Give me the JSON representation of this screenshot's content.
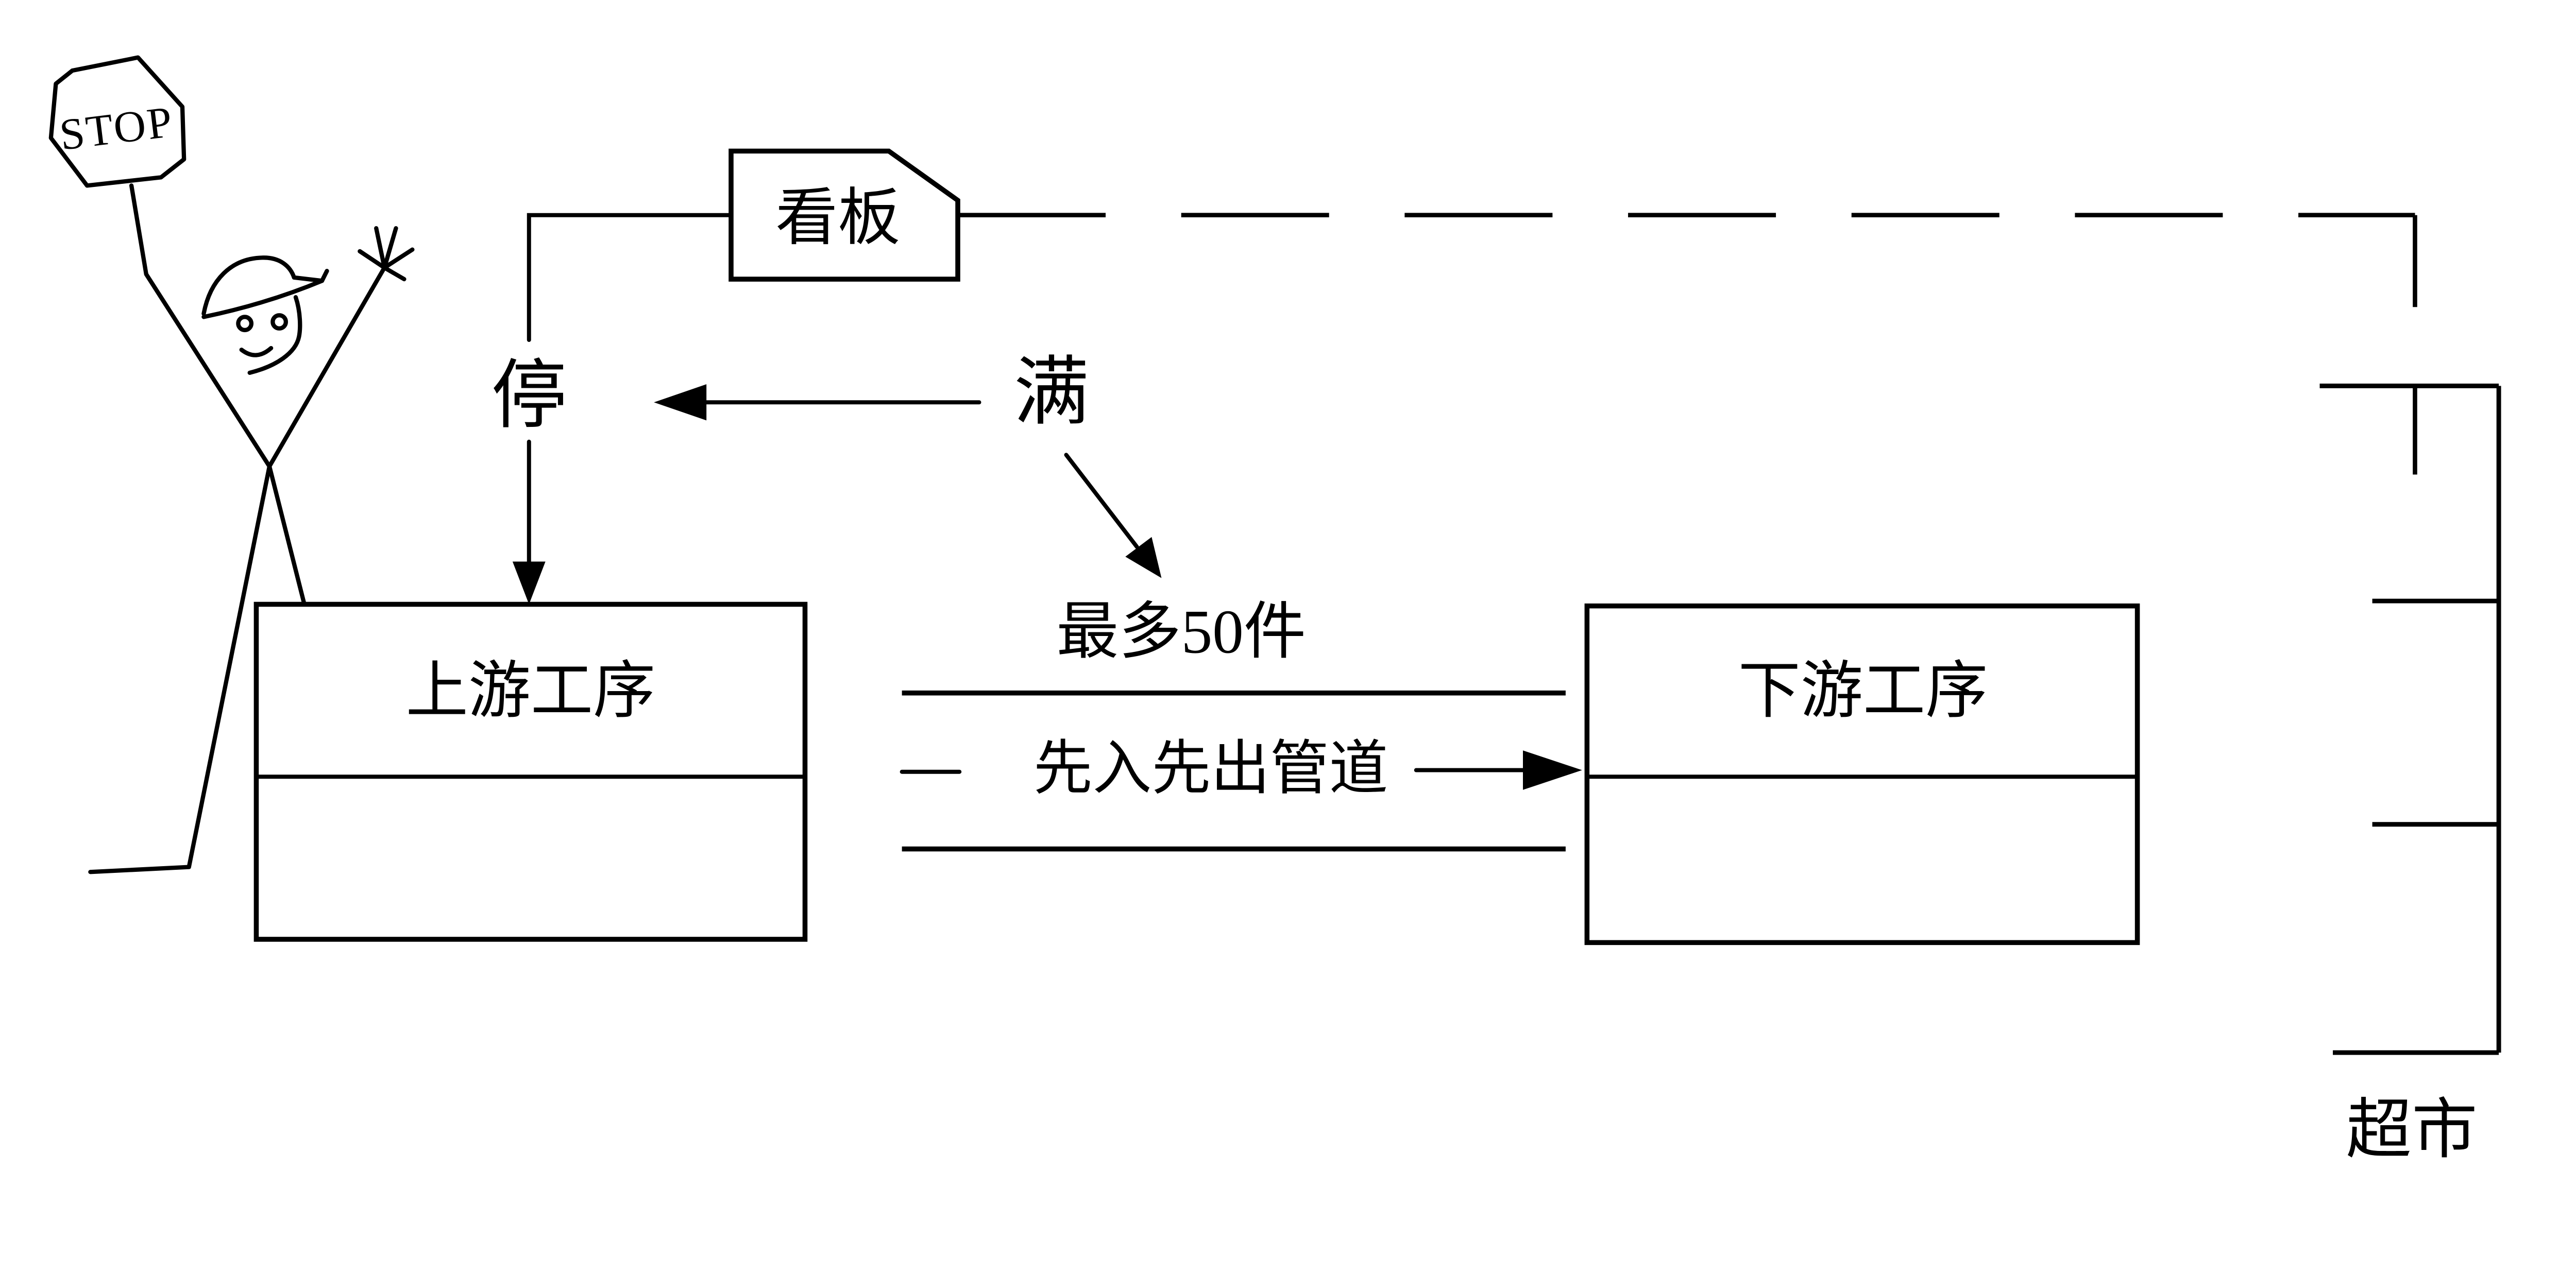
{
  "diagram": {
    "background_color": "#ffffff",
    "line_color": "#000000",
    "labels": {
      "stop_sign": "STOP",
      "kanban_card": "看板",
      "stop_signal": "停",
      "full_signal": "满",
      "fifo_capacity": "最多50件",
      "fifo_pipe": "先入先出管道",
      "upstream_process": "上游工序",
      "downstream_process": "下游工序",
      "supermarket": "超市"
    },
    "icons": {
      "stop_sign": "hand-drawn octagon sign on a pole",
      "worker": "stick figure with hat, raised star hand",
      "kanban_card": "rectangle with clipped top-right corner",
      "kanban_return_path": "dashed line from kanban card to supermarket",
      "supermarket": "open-left shelf rack with three bins",
      "arrowheads": "solid black triangles"
    }
  }
}
